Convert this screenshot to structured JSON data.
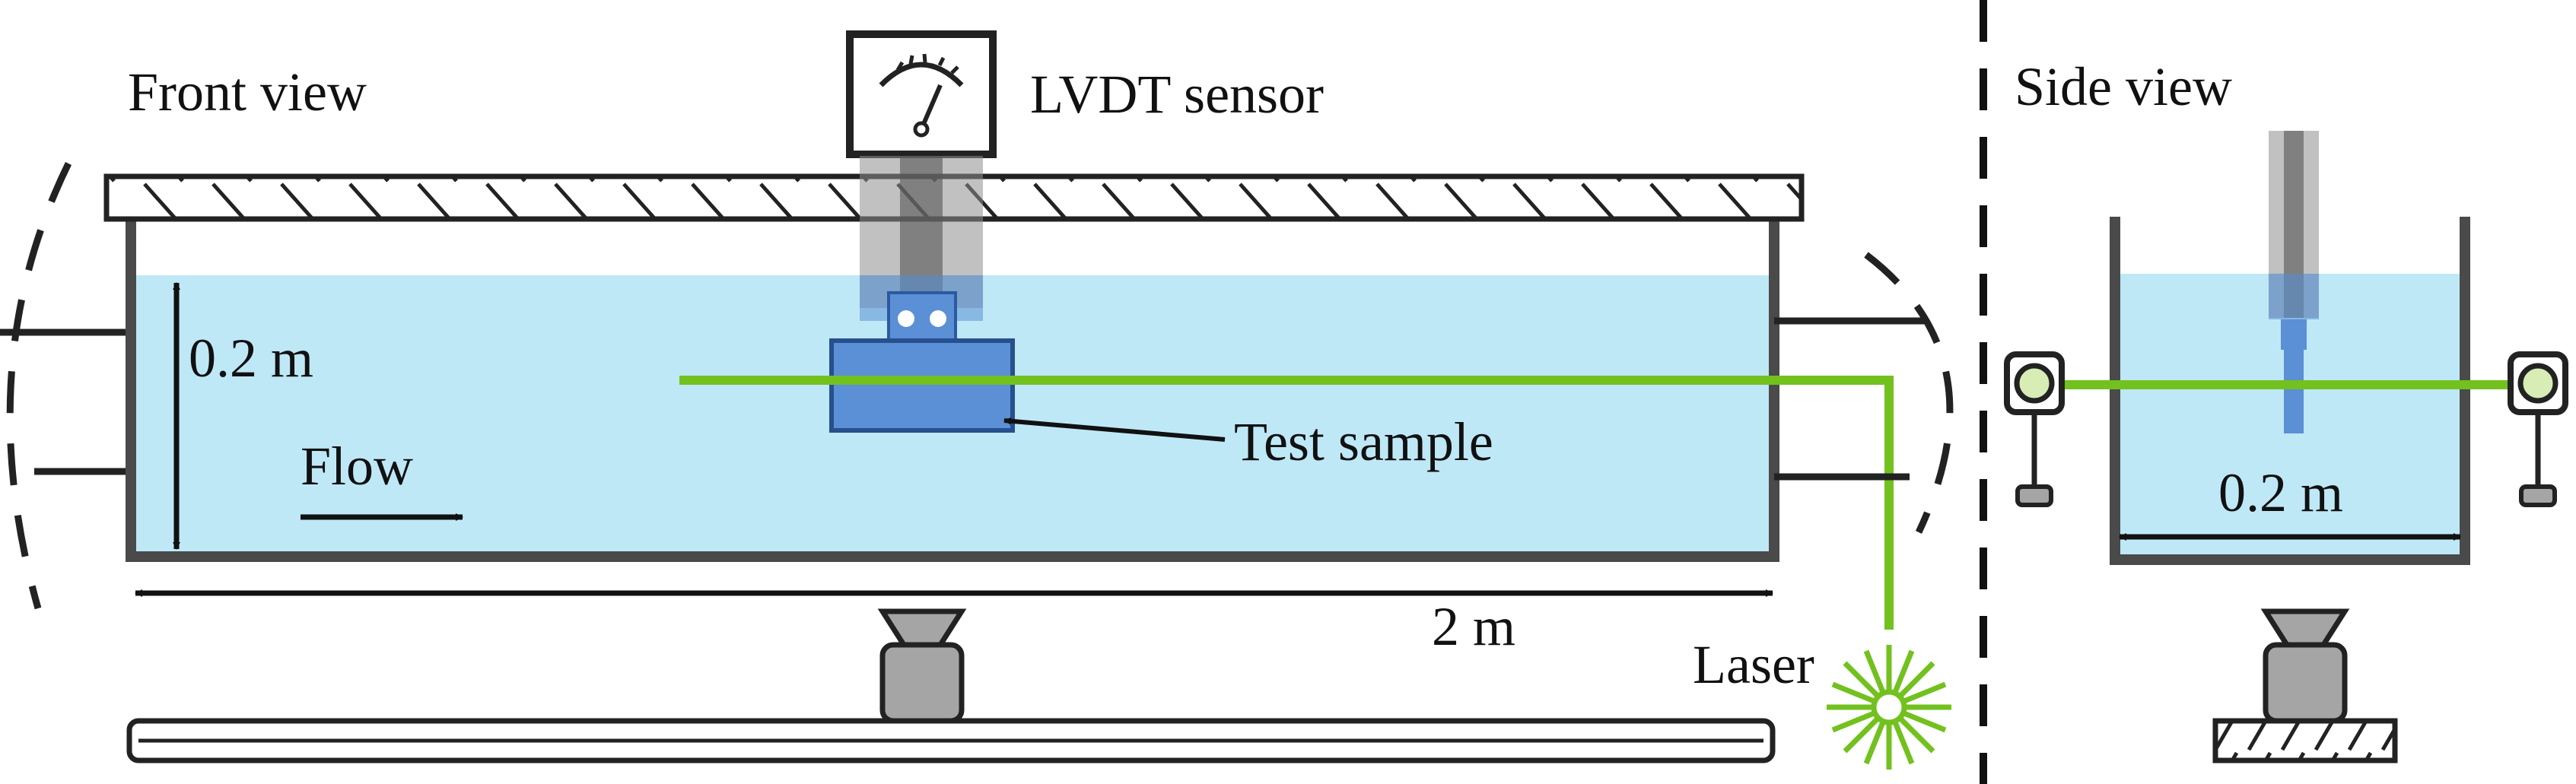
{
  "labels": {
    "front_view": "Front view",
    "side_view": "Side view",
    "lvdt_sensor": "LVDT sensor",
    "depth": "0.2 m",
    "flow": "Flow",
    "test_sample": "Test sample",
    "length": "2 m",
    "laser": "Laser",
    "width": "0.2 m"
  },
  "colors": {
    "water": "#bfe8f7",
    "laser": "#72c11e",
    "sample": "#5b8fd6",
    "sensor_rod": "#a5a5a5",
    "outline": "#222222"
  },
  "icons": [
    "gauge-icon",
    "laser-burst-icon",
    "camera-icon"
  ]
}
